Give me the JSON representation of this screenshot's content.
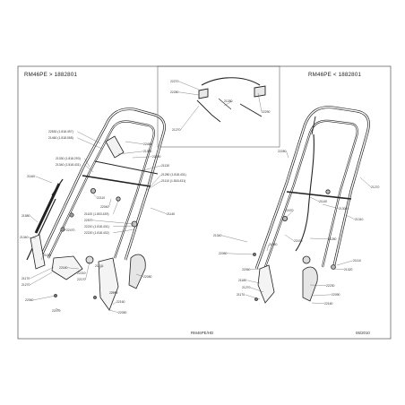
{
  "panels": {
    "left_title": "RM46PE > 1882801",
    "right_title": "RM46PE < 1882801"
  },
  "footer": {
    "code": "RM46PE/HD",
    "date": "06/2010"
  },
  "callouts": {
    "inset": [
      {
        "label": "22270"
      },
      {
        "label": "22280"
      },
      {
        "label": "21280"
      },
      {
        "label": "22290"
      },
      {
        "label": "21270"
      }
    ],
    "left": [
      {
        "label": "22530 (1.818.497)"
      },
      {
        "label": "21460 (1.818.058)"
      },
      {
        "label": "21330 (1.818.293)"
      },
      {
        "label": "21340 (1.818.431)"
      },
      {
        "label": "21160"
      },
      {
        "label": "22480"
      },
      {
        "label": "21340"
      },
      {
        "label": "22290"
      },
      {
        "label": "21130"
      },
      {
        "label": "22110"
      },
      {
        "label": "21280 (1.818.431)"
      },
      {
        "label": "21110 (1.818.431)"
      },
      {
        "label": "22040"
      },
      {
        "label": "21100 (1.803.439)"
      },
      {
        "label": "22570"
      },
      {
        "label": "22210 (1.818.431)"
      },
      {
        "label": "22220 (1.818.432)"
      },
      {
        "label": "21140"
      },
      {
        "label": "21580"
      },
      {
        "label": "22470"
      },
      {
        "label": "21340"
      },
      {
        "label": "21170"
      },
      {
        "label": "21270"
      },
      {
        "label": "22180"
      },
      {
        "label": "22210"
      },
      {
        "label": "22170"
      },
      {
        "label": "21110"
      },
      {
        "label": "21150"
      },
      {
        "label": "22230"
      },
      {
        "label": "22160"
      },
      {
        "label": "22050"
      },
      {
        "label": "22060"
      },
      {
        "label": "22070"
      },
      {
        "label": "22080"
      }
    ],
    "right": [
      {
        "label": "22280"
      },
      {
        "label": "21270"
      },
      {
        "label": "21300"
      },
      {
        "label": "21310"
      },
      {
        "label": "21140"
      },
      {
        "label": "22470"
      },
      {
        "label": "22470"
      },
      {
        "label": "21340"
      },
      {
        "label": "21280"
      },
      {
        "label": "21110"
      },
      {
        "label": "21340"
      },
      {
        "label": "22080"
      },
      {
        "label": "22060"
      },
      {
        "label": "21180"
      },
      {
        "label": "21270"
      },
      {
        "label": "21170"
      },
      {
        "label": "22230"
      },
      {
        "label": "22090"
      },
      {
        "label": "22160"
      },
      {
        "label": "21320"
      }
    ]
  }
}
